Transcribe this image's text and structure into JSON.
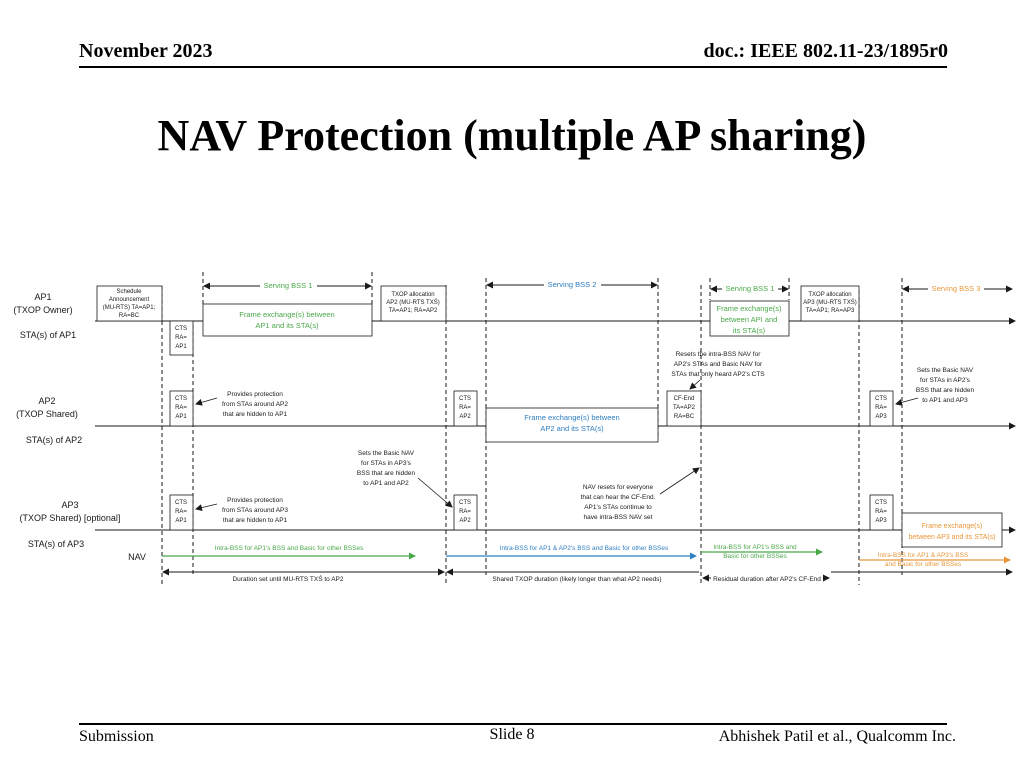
{
  "header": {
    "date": "November 2023",
    "doc": "doc.: IEEE 802.11-23/1895r0"
  },
  "title": "NAV Protection (multiple AP sharing)",
  "footer": {
    "left": "Submission",
    "center": "Slide 8",
    "right": "Abhishek Patil et al., Qualcomm Inc."
  },
  "colors": {
    "green": "#4aa84a",
    "blue": "#2f7fc2",
    "orange": "#e8963a",
    "line": "#1a1a1a"
  },
  "rows": {
    "ap1": [
      "AP1",
      "(TXOP Owner)"
    ],
    "sta_ap1": "STA(s) of AP1",
    "ap2": [
      "AP2",
      "(TXOP Shared)"
    ],
    "sta_ap2": "STA(s) of AP2",
    "ap3": [
      "AP3",
      "(TXOP Shared) [optional]"
    ],
    "sta_ap3": "STA(s) of AP3",
    "nav": "NAV"
  },
  "boxes": {
    "schedule": [
      "Schedule",
      "Announcement",
      "(MU-RTS) TA=AP1;",
      "RA=BC"
    ],
    "fe_ap1": [
      "Frame exchange(s) between",
      "AP1 and its STA(s)"
    ],
    "txop_ap2": [
      "TXOP allocation",
      "AP2 (MU-RTS TXŚ)",
      "TA=AP1; RA=AP2"
    ],
    "cts_ap1_1": [
      "CTS",
      "RA=",
      "AP1"
    ],
    "cts_ap2_1": [
      "CTS",
      "RA=",
      "AP1"
    ],
    "cts_ap3_1": [
      "CTS",
      "RA=",
      "AP1"
    ],
    "cts_ap2_2": [
      "CTS",
      "RA=",
      "AP2"
    ],
    "cts_ap3_2": [
      "CTS",
      "RA=",
      "AP2"
    ],
    "fe_ap2": [
      "Frame exchange(s) between",
      "AP2 and its STA(s)"
    ],
    "cfend": [
      "CF-End",
      "TA=AP2",
      "RA=BC"
    ],
    "fe_ap1_2": [
      "Frame exchange(s)",
      "between API and",
      "its STA(s)"
    ],
    "txop_ap3": [
      "TXOP allocation",
      "AP3 (MU-RTS TXŚ)",
      "TA=AP1; RA=AP3"
    ],
    "cts_ap2_3": [
      "CTS",
      "RA=",
      "AP3"
    ],
    "cts_ap3_3": [
      "CTS",
      "RA=",
      "AP3"
    ],
    "fe_ap3": [
      "Frame exchange(s)",
      "between AP3 and its STA(s)"
    ]
  },
  "serving": {
    "bss1": "Serving BSS 1",
    "bss2": "Serving BSS 2",
    "bss1b": "Serving BSS 1",
    "bss3": "Serving BSS 3"
  },
  "annotations": {
    "protect_ap2": [
      "Provides protection",
      "from STAs around AP2",
      "that are hidden to AP1"
    ],
    "protect_ap3": [
      "Provides protection",
      "from STAs around AP3",
      "that are hidden to AP1"
    ],
    "basic_nav_ap3": [
      "Sets the Basic NAV",
      "for STAs in AP3's",
      "BSS that are hidden",
      "to AP1 and AP2"
    ],
    "nav_reset": [
      "NAV resets for everyone",
      "that can hear the CF-End.",
      "AP1's STAs continue to",
      "have intra-BSS NAV set"
    ],
    "resets_intra": [
      "Resets the intra-BSS NAV for",
      "AP2's STAs and Basic NAV for",
      "STAs that only heard AP2's CTS"
    ],
    "basic_nav_ap2": [
      "Sets the Basic NAV",
      "for STAs in AP2's",
      "BSS that are hidden",
      "to AP1 and AP3"
    ]
  },
  "nav_labels": {
    "n1": "Intra-BSS for AP1's BSS and Basic for other BSSes",
    "n2": "Intra-BSS for AP1 & AP2's BSS and Basic for other BSSes",
    "n3": [
      "Intra-BSS for AP1's BSS and",
      "Basic for other BSSes"
    ],
    "n4": [
      "Intra-BSS for AP1 & AP3's BSS",
      "and Basic for other BSSes"
    ]
  },
  "durations": {
    "d1": "Duration set until MU-RTS TXŚ to AP2",
    "d2": "Shared TXOP duration (likely longer than what AP2 needs)",
    "d3": "Residual duration after AP2's CF-End"
  }
}
